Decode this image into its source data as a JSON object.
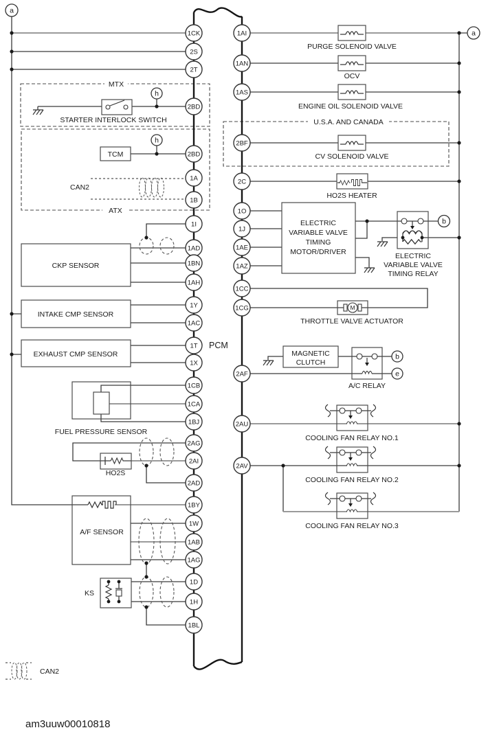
{
  "diagram": {
    "pcm_label": "PCM",
    "code": "am3uuw00010818",
    "refs": {
      "a": "a",
      "b": "b",
      "e": "e",
      "h": "h"
    },
    "regions": {
      "mtx": "MTX",
      "atx": "ATX",
      "usa_canada": "U.S.A. AND CANADA"
    },
    "left_pins": [
      "1CK",
      "2S",
      "2T",
      "2BD",
      "2BD",
      "1A",
      "1B",
      "1I",
      "1AD",
      "1BN",
      "1AH",
      "1Y",
      "1AC",
      "1T",
      "1X",
      "1CB",
      "1CA",
      "1BJ",
      "2AG",
      "2AI",
      "2AD",
      "1BY",
      "1W",
      "1AB",
      "1AG",
      "1D",
      "1H",
      "1BL"
    ],
    "right_pins": [
      "1AI",
      "1AN",
      "1AS",
      "2BF",
      "2C",
      "1O",
      "1J",
      "1AE",
      "1AZ",
      "1CC",
      "1CG",
      "2AF",
      "2AU",
      "2AV"
    ],
    "labels": {
      "starter_interlock_switch": "STARTER INTERLOCK SWITCH",
      "tcm": "TCM",
      "can2": "CAN2",
      "ckp_sensor": "CKP SENSOR",
      "intake_cmp_sensor": "INTAKE CMP SENSOR",
      "exhaust_cmp_sensor": "EXHAUST CMP SENSOR",
      "fuel_pressure_sensor": "FUEL PRESSURE SENSOR",
      "ho2s": "HO2S",
      "af_sensor": "A/F SENSOR",
      "ks": "KS",
      "purge_solenoid_valve": "PURGE SOLENOID VALVE",
      "ocv": "OCV",
      "engine_oil_solenoid_valve": "ENGINE OIL SOLENOID VALVE",
      "cv_solenoid_valve": "CV SOLENOID VALVE",
      "ho2s_heater": "HO2S HEATER",
      "throttle_valve_actuator": "THROTTLE VALVE ACTUATOR",
      "ac_relay": "A/C RELAY",
      "cooling_fan_relay_1": "COOLING FAN RELAY NO.1",
      "cooling_fan_relay_2": "COOLING FAN RELAY NO.2",
      "cooling_fan_relay_3": "COOLING FAN RELAY NO.3",
      "motor": "M"
    },
    "evvt_motor_driver": [
      "ELECTRIC",
      "VARIABLE VALVE",
      "TIMING",
      "MOTOR/DRIVER"
    ],
    "evvt_relay": [
      "ELECTRIC",
      "VARIABLE VALVE",
      "TIMING RELAY"
    ],
    "magnetic_clutch": [
      "MAGNETIC",
      "CLUTCH"
    ],
    "colors": {
      "wire": "#3a3a3a",
      "gray_wire": "#9a9a9a",
      "bus": "#141414",
      "background": "#ffffff"
    }
  }
}
